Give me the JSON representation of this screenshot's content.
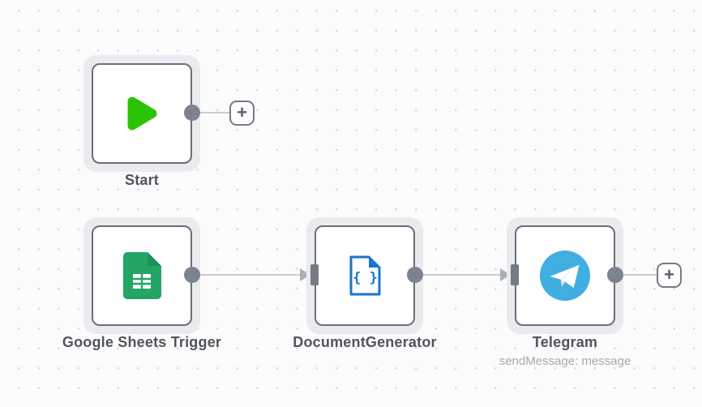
{
  "app": {
    "view": "workflow-canvas"
  },
  "colors": {
    "canvas_bg": "#fbfbfc",
    "grid_dot": "#d7dade",
    "node_border": "#6a6f78",
    "node_bg": "#ffffff",
    "node_halo": "#e9ebee",
    "endpoint_gray": "#7d838e",
    "connection_line": "#c9cdd2",
    "label_text": "#50555c",
    "sublabel_text": "#a4a9b0",
    "start_green": "#2bc405",
    "sheets_green": "#23a566",
    "sheets_green_dark": "#1e9159",
    "document_blue": "#1a73cf",
    "telegram_blue": "#41aee2"
  },
  "nodes": [
    {
      "id": "start",
      "label": "Start",
      "icon": "play-icon"
    },
    {
      "id": "google-sheets-trigger",
      "label": "Google Sheets Trigger",
      "icon": "google-sheets-icon"
    },
    {
      "id": "document-generator",
      "label": "DocumentGenerator",
      "icon": "json-document-icon"
    },
    {
      "id": "telegram",
      "label": "Telegram",
      "sublabel": "sendMessage: message",
      "icon": "telegram-icon"
    }
  ],
  "connections": [
    {
      "from": "start",
      "to": "add-node-button-1"
    },
    {
      "from": "google-sheets-trigger",
      "to": "document-generator"
    },
    {
      "from": "document-generator",
      "to": "telegram"
    },
    {
      "from": "telegram",
      "to": "add-node-button-2"
    }
  ],
  "buttons": {
    "add_node_label": "+"
  },
  "icons": {
    "json_braces_glyph": "{ }"
  }
}
